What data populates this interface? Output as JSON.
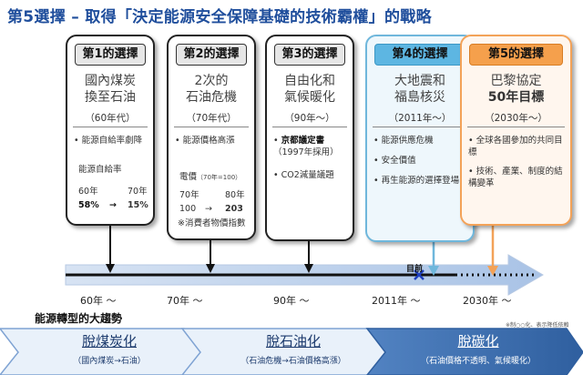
{
  "title": "第5選擇 – 取得「決定能源安全保障基礎的技術霸權」的戰略",
  "cards": [
    {
      "header": "第1的選擇",
      "line1": "國內煤炭",
      "line2": "換至石油",
      "era": "（60年代）",
      "bullet1": "能源自給率劇降",
      "sub_label": "能源自給率",
      "from_year": "60年",
      "to_year": "70年",
      "from_val": "58%",
      "arrow": "→",
      "to_val": "15%"
    },
    {
      "header": "第2的選擇",
      "line1": "2次的",
      "line2": "石油危機",
      "era": "（70年代）",
      "bullet1": "能源價格高漲",
      "sub_label": "電價",
      "sub_label_small": "（70年=100）",
      "from_year": "70年",
      "to_year": "80年",
      "from_val": "100",
      "arrow": "→",
      "to_val": "203",
      "footnote": "※消費者物價指數"
    },
    {
      "header": "第3的選擇",
      "line1": "自由化和",
      "line2": "氣候暖化",
      "era": "（90年～）",
      "bullet1_bold": "京都議定書",
      "bullet1_rest": "（1997年採用）",
      "bullet2": "CO2減量議題"
    },
    {
      "header": "第4的選擇",
      "line1": "大地震和",
      "line2": "福島核災",
      "era": "（2011年～）",
      "bullet1": "能源供應危機",
      "bullet2": "安全價值",
      "bullet3": "再生能源的選擇登場"
    },
    {
      "header": "第5的選擇",
      "line1": "巴黎協定",
      "line2": "50年目標",
      "era": "（2030年～）",
      "bullet1": "全球各國參加的共同目標",
      "bullet2": "技術、產業、制度的結構變革"
    }
  ],
  "timeline": {
    "ticks": [
      "60年 ～",
      "70年 ～",
      "90年 ～",
      "2011年 ～",
      "2030年 ～"
    ],
    "target_label": "目前"
  },
  "note": "※制○○化、表示降低依賴",
  "trend_title": "能源轉型的大趨勢",
  "bands": [
    {
      "main": "脫煤炭化",
      "sub": "（國內煤炭→石油）"
    },
    {
      "main": "脫石油化",
      "sub": "（石油危機→石油價格高漲）"
    },
    {
      "main": "脫碳化",
      "sub": "（石油價格不透明、氣候暖化）"
    }
  ],
  "colors": {
    "title": "#1f4e9c",
    "card4_accent": "#5db6e2",
    "card5_accent": "#f5a04c",
    "timeline": "#c8d8ee",
    "band_light": "#e9f1fa",
    "band_dark": "#3f74b4",
    "highlight_red": "#d0021b",
    "target_marker": "#1f3fbf"
  }
}
